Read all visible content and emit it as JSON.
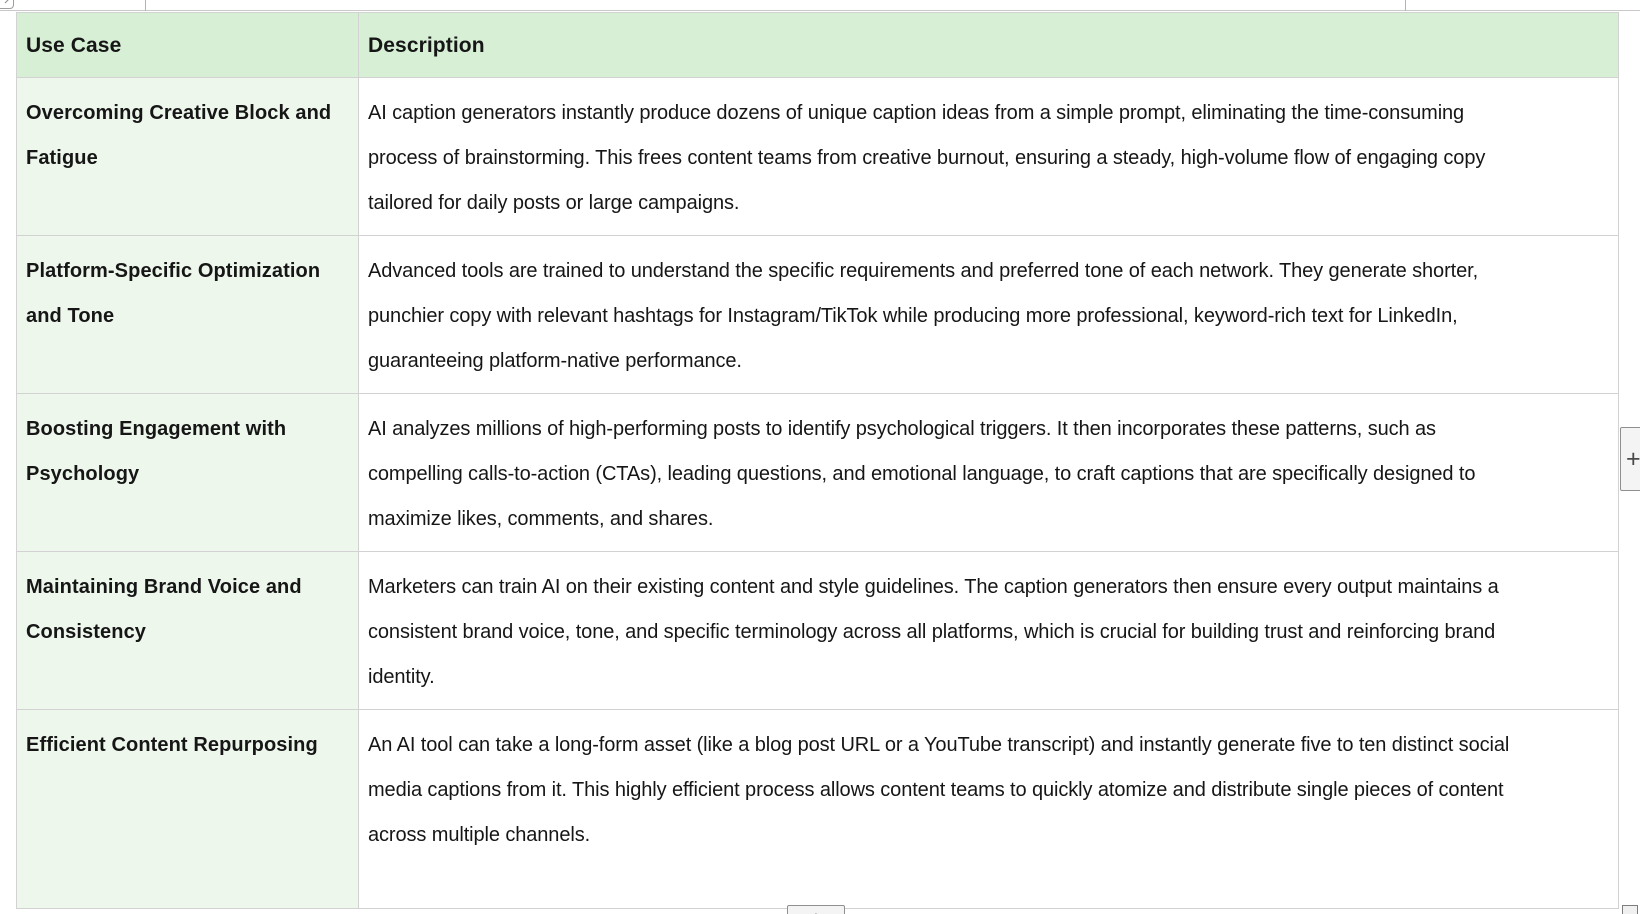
{
  "colors": {
    "header_bg": "#d6efd5",
    "use_case_col_bg": "#edf7ec",
    "description_col_bg": "#ffffff",
    "cell_border": "#d2d2d2",
    "text": "#161616"
  },
  "controls": {
    "add_column_label": "+",
    "add_row_label": "+"
  },
  "table": {
    "columns": [
      {
        "label": "Use Case"
      },
      {
        "label": "Description"
      }
    ],
    "rows": [
      {
        "use_case": "Overcoming Creative Block and Fatigue",
        "description": "AI caption generators instantly produce dozens of unique caption ideas from a simple prompt, eliminating the time-consuming process of brainstorming. This frees content teams from creative burnout, ensuring a steady, high-volume flow of engaging copy tailored for daily posts or large campaigns."
      },
      {
        "use_case": "Platform-Specific Optimization and Tone",
        "description": "Advanced tools are trained to understand the specific requirements and preferred tone of each network. They generate shorter, punchier copy with relevant hashtags for Instagram/TikTok while producing more professional, keyword-rich text for LinkedIn, guaranteeing platform-native performance."
      },
      {
        "use_case": "Boosting Engagement with Psychology",
        "description": "AI analyzes millions of high-performing posts to identify psychological triggers. It then incorporates these patterns, such as compelling calls-to-action (CTAs), leading questions, and emotional language, to craft captions that are specifically designed to maximize likes, comments, and shares."
      },
      {
        "use_case": "Maintaining Brand Voice and Consistency",
        "description": "Marketers can train AI on their existing content and style guidelines. The caption generators then ensure every output maintains a consistent brand voice, tone, and specific terminology across all platforms, which is crucial for building trust and reinforcing brand identity."
      },
      {
        "use_case": "Efficient Content Repurposing",
        "description": "An AI tool can take a long-form asset (like a blog post URL or a YouTube transcript) and instantly generate five to ten distinct social media captions from it. This highly efficient process allows content teams to quickly atomize and distribute single pieces of content across multiple channels."
      }
    ]
  }
}
